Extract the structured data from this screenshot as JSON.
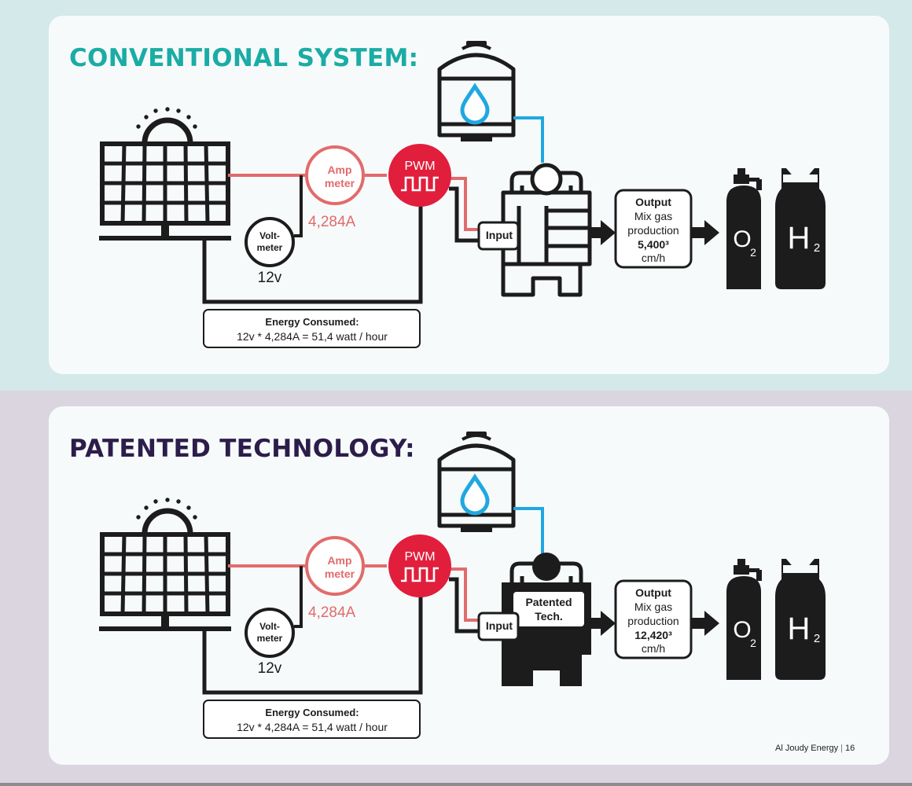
{
  "colors": {
    "teal": "#1aaca5",
    "purple": "#2c1d4a",
    "red": "#e11e3c",
    "salmon": "#e26b6b",
    "blue": "#1fa8e0",
    "dark": "#1c1c1c",
    "bg_top": "#d4e9ea",
    "bg_bottom": "#dbd5e0"
  },
  "conventional": {
    "title": "CONVENTIONAL SYSTEM:",
    "ammeter": {
      "line1": "Amp",
      "line2": "meter",
      "reading": "4,284A"
    },
    "voltmeter": {
      "line1": "Volt-",
      "line2": "meter",
      "reading": "12v"
    },
    "pwm_label": "PWM",
    "input_label": "Input",
    "output": {
      "title": "Output",
      "line1": "Mix gas",
      "line2": "production",
      "value": "5,400³",
      "unit": "cm/h"
    },
    "energy": {
      "title": "Energy Consumed:",
      "formula": "12v * 4,284A = 51,4 watt / hour"
    },
    "o2": {
      "main": "O",
      "sub": "2"
    },
    "h2": {
      "main": "H",
      "sub": "2"
    }
  },
  "patented": {
    "title": "PATENTED TECHNOLOGY:",
    "ammeter": {
      "line1": "Amp",
      "line2": "meter",
      "reading": "4,284A"
    },
    "voltmeter": {
      "line1": "Volt-",
      "line2": "meter",
      "reading": "12v"
    },
    "pwm_label": "PWM",
    "input_label": "Input",
    "tech_label": {
      "line1": "Patented",
      "line2": "Tech."
    },
    "output": {
      "title": "Output",
      "line1": "Mix gas",
      "line2": "production",
      "value": "12,420³",
      "unit": "cm/h"
    },
    "energy": {
      "title": "Energy Consumed:",
      "formula": "12v * 4,284A = 51,4 watt / hour"
    },
    "o2": {
      "main": "O",
      "sub": "2"
    },
    "h2": {
      "main": "H",
      "sub": "2"
    }
  },
  "footer": {
    "brand": "Al Joudy Energy",
    "page": "16"
  }
}
